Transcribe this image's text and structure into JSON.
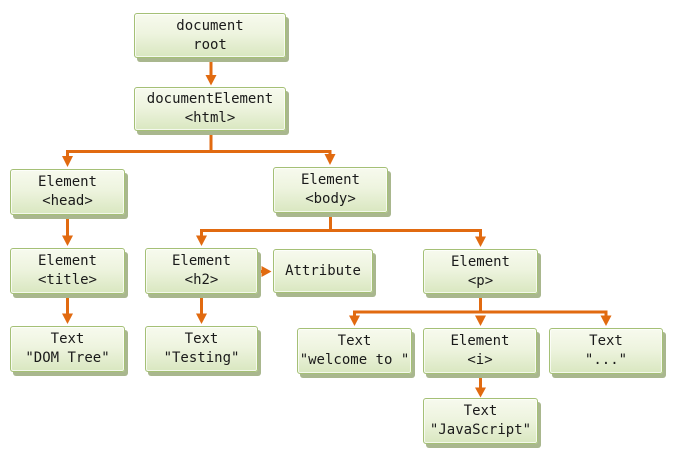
{
  "diagram": {
    "type": "dom-tree",
    "nodes": {
      "document_root": {
        "line1": "document",
        "line2": "root"
      },
      "document_element": {
        "line1": "documentElement",
        "line2": "<html>"
      },
      "head": {
        "line1": "Element",
        "line2": "<head>"
      },
      "body": {
        "line1": "Element",
        "line2": "<body>"
      },
      "title": {
        "line1": "Element",
        "line2": "<title>"
      },
      "h2": {
        "line1": "Element",
        "line2": "<h2>"
      },
      "attribute": {
        "line1": "Attribute",
        "line2": ""
      },
      "p": {
        "line1": "Element",
        "line2": "<p>"
      },
      "text_dom_tree": {
        "line1": "Text",
        "line2": "\"DOM Tree\""
      },
      "text_testing": {
        "line1": "Text",
        "line2": "\"Testing\""
      },
      "text_welcome": {
        "line1": "Text",
        "line2": "\"welcome to \""
      },
      "i": {
        "line1": "Element",
        "line2": "<i>"
      },
      "text_ellipsis": {
        "line1": "Text",
        "line2": "\"...\""
      },
      "text_javascript": {
        "line1": "Text",
        "line2": "\"JavaScript\""
      }
    },
    "edges": [
      {
        "from": "document_root",
        "to": "document_element"
      },
      {
        "from": "document_element",
        "to": "head"
      },
      {
        "from": "document_element",
        "to": "body"
      },
      {
        "from": "head",
        "to": "title"
      },
      {
        "from": "title",
        "to": "text_dom_tree"
      },
      {
        "from": "body",
        "to": "h2"
      },
      {
        "from": "body",
        "to": "p"
      },
      {
        "from": "h2",
        "to": "attribute"
      },
      {
        "from": "h2",
        "to": "text_testing"
      },
      {
        "from": "p",
        "to": "text_welcome"
      },
      {
        "from": "p",
        "to": "i"
      },
      {
        "from": "p",
        "to": "text_ellipsis"
      },
      {
        "from": "i",
        "to": "text_javascript"
      }
    ]
  },
  "theme": {
    "arrow_color": "#e16a10",
    "box_border": "#a5c076",
    "box_fill_top": "#f7faee",
    "box_fill_bottom": "#d9e7c0",
    "box_shadow": "#a9b78e",
    "text_color": "#1a1a1a",
    "background": "#ffffff"
  }
}
